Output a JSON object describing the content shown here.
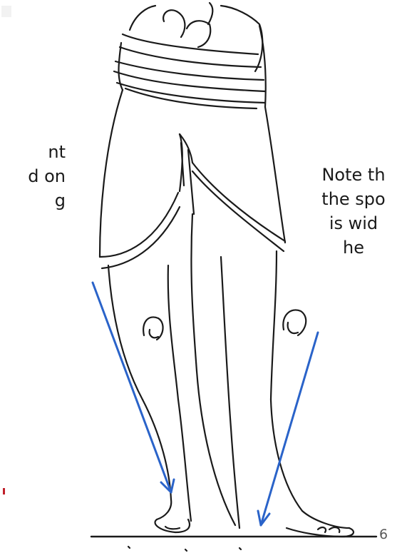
{
  "notes": {
    "left_lines": [
      "nt",
      "d on",
      "g"
    ],
    "right_lines": [
      "Note th",
      "the spo",
      "is wid",
      "he"
    ]
  },
  "page_number": "6",
  "colors": {
    "arrow": "#2a63c9",
    "ink": "#1a1a1a",
    "mark": "#c0202a"
  },
  "illustration": "line-drawing-of-legs"
}
